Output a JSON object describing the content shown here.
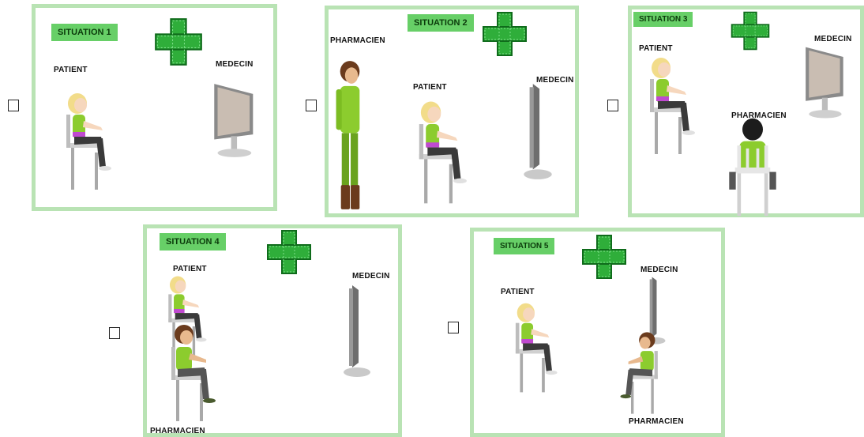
{
  "colors": {
    "panel_border": "#b9e3b4",
    "label_bg": "#67cf67",
    "cross": "#2fae3a",
    "shirt": "#8ccc2e"
  },
  "situations": [
    {
      "title": "SITUATION 1",
      "patient": "PATIENT",
      "medecin": "MEDECIN"
    },
    {
      "title": "SITUATION 2",
      "pharmacien": "PHARMACIEN",
      "patient": "PATIENT",
      "medecin": "MEDECIN"
    },
    {
      "title": "SITUATION 3",
      "patient": "PATIENT",
      "medecin": "MEDECIN",
      "pharmacien": "PHARMACIEN"
    },
    {
      "title": "SITUATION 4",
      "patient": "PATIENT",
      "medecin": "MEDECIN",
      "pharmacien": "PHARMACIEN"
    },
    {
      "title": "SITUATION 5",
      "patient": "PATIENT",
      "medecin": "MEDECIN",
      "pharmacien": "PHARMACIEN"
    }
  ]
}
